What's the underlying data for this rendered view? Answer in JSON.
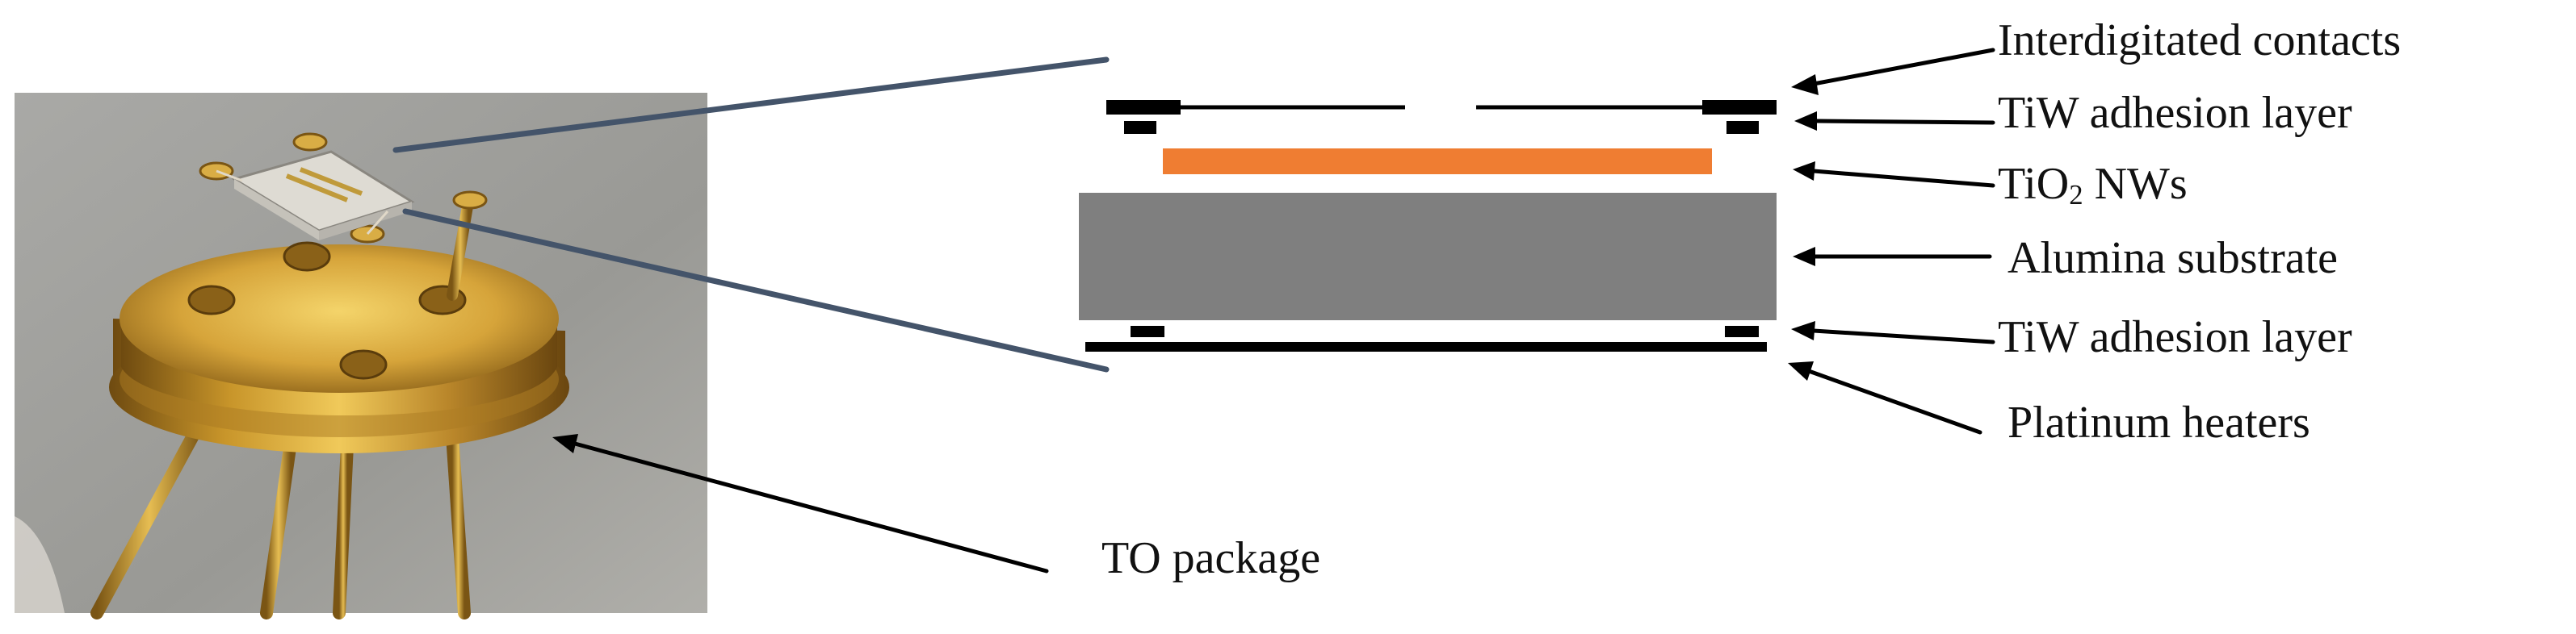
{
  "labels": {
    "interdigitated": "Interdigitated contacts",
    "tiw_top": "TiW adhesion layer",
    "tio2_prefix": "TiO",
    "tio2_sub": "2",
    "tio2_suffix": " NWs",
    "alumina": "Alumina substrate",
    "tiw_bottom": "TiW adhesion layer",
    "platinum": "Platinum heaters",
    "to_package": "TO package"
  },
  "colors": {
    "tio2_layer": "#ef7d32",
    "alumina_substrate": "#7f7f7f",
    "contacts": "#000000",
    "zoom_lines": "#44546a",
    "photo_background": "#9a9a96",
    "gold": "#c8a12c"
  }
}
